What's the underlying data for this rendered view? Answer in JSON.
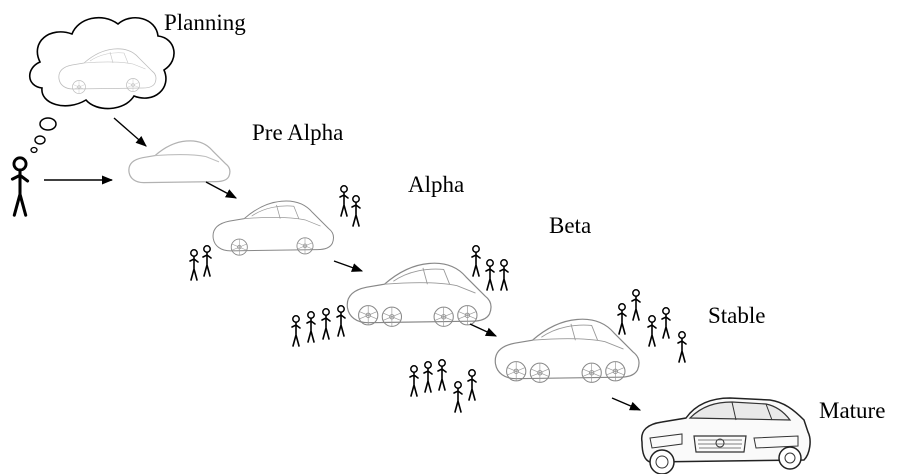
{
  "stages": [
    {
      "key": "planning",
      "label": "Planning"
    },
    {
      "key": "pre_alpha",
      "label": "Pre Alpha"
    },
    {
      "key": "alpha",
      "label": "Alpha"
    },
    {
      "key": "beta",
      "label": "Beta"
    },
    {
      "key": "stable",
      "label": "Stable"
    },
    {
      "key": "mature",
      "label": "Mature"
    }
  ],
  "colors": {
    "ink": "#000000",
    "sketch": "#8a8a8a",
    "faint": "#b5b5b5",
    "background": "#ffffff"
  }
}
